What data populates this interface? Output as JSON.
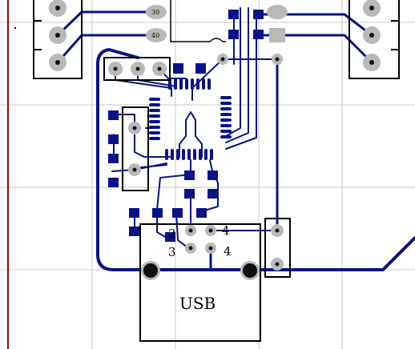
{
  "board": {
    "background": "#ffffff",
    "trace_color": "#0a1288",
    "pad_gray": "#b9b9b9",
    "grid_color": "#c9c9c9",
    "edge_color": "#b00000"
  },
  "labels": {
    "usb": "USB",
    "pin2": "2",
    "pin3": "3",
    "pin4_top": "4",
    "pin4_bottom": "4",
    "hdr_a": "30",
    "hdr_b": "40"
  }
}
